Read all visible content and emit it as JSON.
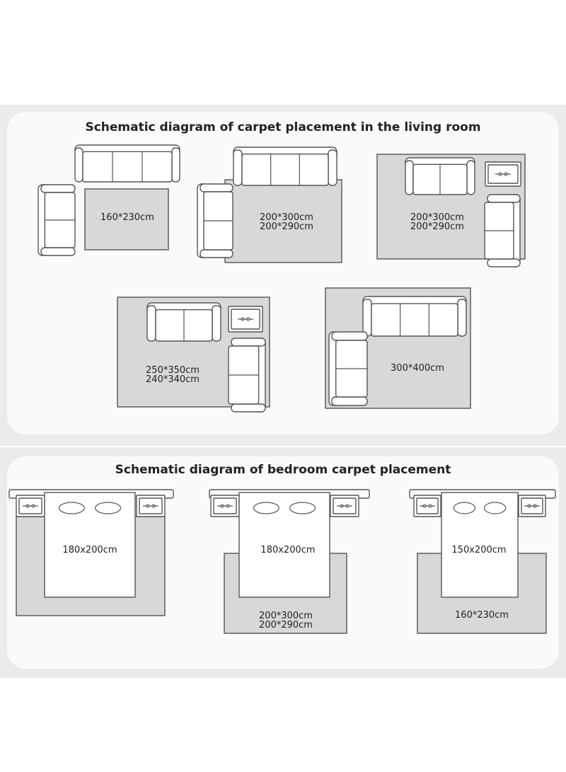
{
  "living_room": {
    "title": "Schematic diagram of carpet placement in the living room",
    "layouts": [
      {
        "lines": [
          "160*230cm"
        ]
      },
      {
        "lines": [
          "200*300cm",
          "200*290cm"
        ]
      },
      {
        "lines": [
          "200*300cm",
          "200*290cm"
        ]
      },
      {
        "lines": [
          "250*350cm",
          "240*340cm"
        ]
      },
      {
        "lines": [
          "300*400cm"
        ]
      }
    ]
  },
  "bedroom": {
    "title": "Schematic diagram of bedroom carpet placement",
    "layouts": [
      {
        "bed": "180x200cm",
        "rug_lines": []
      },
      {
        "bed": "180x200cm",
        "rug_lines": [
          "200*300cm",
          "200*290cm"
        ]
      },
      {
        "bed": "150x200cm",
        "rug_lines": [
          "160*230cm"
        ]
      }
    ]
  },
  "colors": {
    "rug": "#d8d8d8",
    "rug_border": "#555555",
    "furniture_fill": "#ffffff",
    "furniture_stroke": "#555555",
    "background_band": "#ebebeb",
    "card": "#fafafa"
  }
}
